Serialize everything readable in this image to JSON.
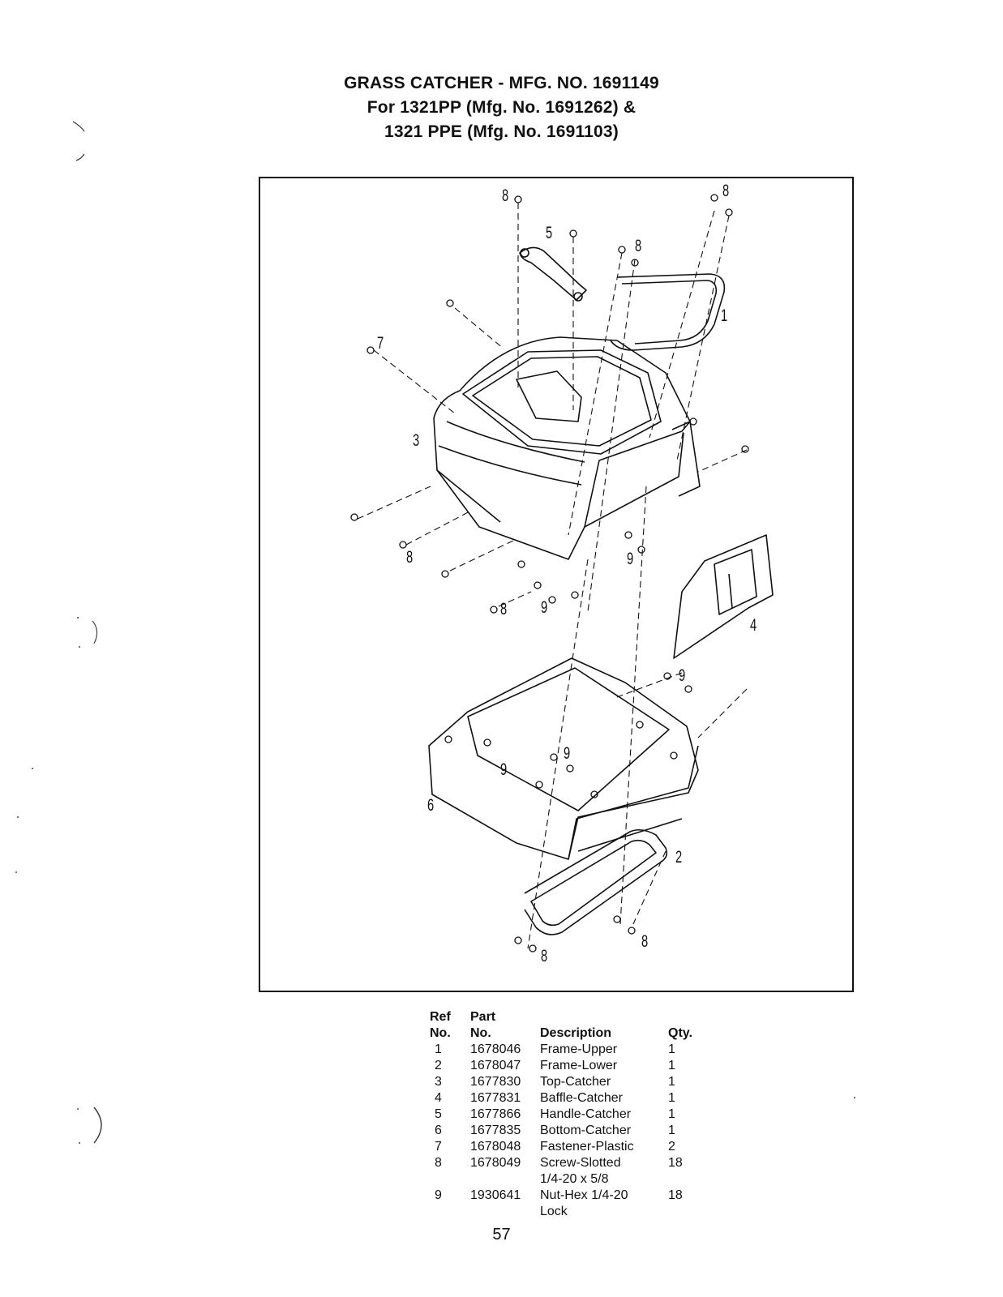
{
  "header": {
    "title_line1": "GRASS CATCHER - MFG. NO. 1691149",
    "title_line2": "For 1321PP (Mfg. No. 1691262) &",
    "title_line3": "1321 PPE (Mfg. No. 1691103)"
  },
  "diagram": {
    "callouts": [
      "8",
      "5",
      "8",
      "8",
      "1",
      "7",
      "3",
      "8",
      "8",
      "9",
      "9",
      "4",
      "9",
      "9",
      "9",
      "6",
      "2",
      "8",
      "8"
    ]
  },
  "parts_table": {
    "headers": {
      "ref_line1": "Ref",
      "ref_line2": "No.",
      "part_line1": "Part",
      "part_line2": "No.",
      "description": "Description",
      "qty": "Qty."
    },
    "rows": [
      {
        "ref": "1",
        "part": "1678046",
        "desc": "Frame-Upper",
        "desc2": "",
        "qty": "1"
      },
      {
        "ref": "2",
        "part": "1678047",
        "desc": "Frame-Lower",
        "desc2": "",
        "qty": "1"
      },
      {
        "ref": "3",
        "part": "1677830",
        "desc": "Top-Catcher",
        "desc2": "",
        "qty": "1"
      },
      {
        "ref": "4",
        "part": "1677831",
        "desc": "Baffle-Catcher",
        "desc2": "",
        "qty": "1"
      },
      {
        "ref": "5",
        "part": "1677866",
        "desc": "Handle-Catcher",
        "desc2": "",
        "qty": "1"
      },
      {
        "ref": "6",
        "part": "1677835",
        "desc": "Bottom-Catcher",
        "desc2": "",
        "qty": "1"
      },
      {
        "ref": "7",
        "part": "1678048",
        "desc": "Fastener-Plastic",
        "desc2": "",
        "qty": "2"
      },
      {
        "ref": "8",
        "part": "1678049",
        "desc": "Screw-Slotted",
        "desc2": "1/4-20 x 5/8",
        "qty": "18"
      },
      {
        "ref": "9",
        "part": "1930641",
        "desc": "Nut-Hex 1/4-20",
        "desc2": "Lock",
        "qty": "18"
      }
    ]
  },
  "footer": {
    "page_number": "57"
  }
}
